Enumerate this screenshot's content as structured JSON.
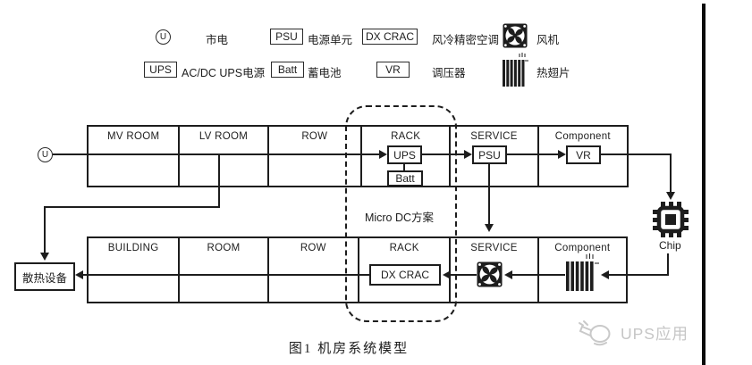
{
  "legend": {
    "row1": [
      {
        "symbol": "U",
        "label": "市电"
      },
      {
        "symbol": "PSU",
        "label": "电源单元"
      },
      {
        "symbol": "DX CRAC",
        "label": "风冷精密空调"
      },
      {
        "symbol": "fan-icon",
        "label": "风机"
      }
    ],
    "row2": [
      {
        "symbol": "UPS",
        "label": "AC/DC UPS电源"
      },
      {
        "symbol": "Batt",
        "label": "蓄电池"
      },
      {
        "symbol": "VR",
        "label": "调压器"
      },
      {
        "symbol": "heatsink-icon",
        "label": "热翅片"
      }
    ]
  },
  "diagram": {
    "source_node": "U",
    "top_row": {
      "cells": [
        "MV ROOM",
        "LV ROOM",
        "ROW",
        "RACK",
        "SERVICE",
        "Component"
      ]
    },
    "bottom_row": {
      "cells": [
        "BUILDING",
        "ROOM",
        "ROW",
        "RACK",
        "SERVICE",
        "Component"
      ]
    },
    "nodes": {
      "ups": "UPS",
      "batt": "Batt",
      "psu": "PSU",
      "vr": "VR",
      "dx_crac": "DX CRAC",
      "chip": "Chip",
      "cooling_device": "散热设备"
    },
    "micro_dc_label": "Micro DC方案"
  },
  "caption": "图1  机房系统模型",
  "watermark": "UPS应用",
  "colors": {
    "line": "#1d1d1d",
    "watermark": "#c6c6c6",
    "background": "#ffffff"
  }
}
